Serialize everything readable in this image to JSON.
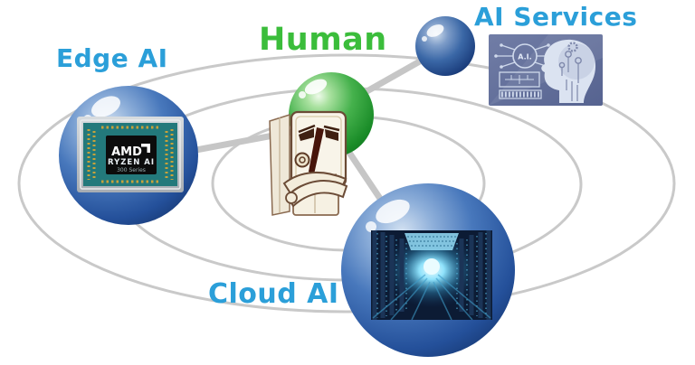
{
  "diagram": {
    "kind": "concentric-orbit-diagram",
    "background_color": "#ffffff",
    "orbit_count": 3,
    "orbit_color": "#c9c9c9",
    "connector_color": "#c6c6c6"
  },
  "nodes": {
    "human": {
      "label": "Human",
      "label_color": "#3bbd3b",
      "sphere_color": "#1f9a30",
      "image": "sketched-robot-figure"
    },
    "edge_ai": {
      "label": "Edge AI",
      "label_color": "#2b9fd9",
      "sphere_color": "#2a5ca8",
      "image": "amd-ryzen-ai-chip-photo"
    },
    "ai_services": {
      "label": "AI Services",
      "label_color": "#2b9fd9",
      "sphere_color": "#27549b",
      "image": "ai-head-circuit-graphic"
    },
    "cloud_ai": {
      "label": "Cloud AI",
      "label_color": "#2b9fd9",
      "sphere_color": "#1d4488",
      "image": "server-room-photo"
    }
  },
  "amd_chip": {
    "brand": "AMD",
    "product": "RYZEN AI",
    "series": "300 Series",
    "pcb_color": "#23797b",
    "die_color": "#0c0c0c"
  },
  "ai_services_graphic": {
    "chip_label": "A.I."
  }
}
